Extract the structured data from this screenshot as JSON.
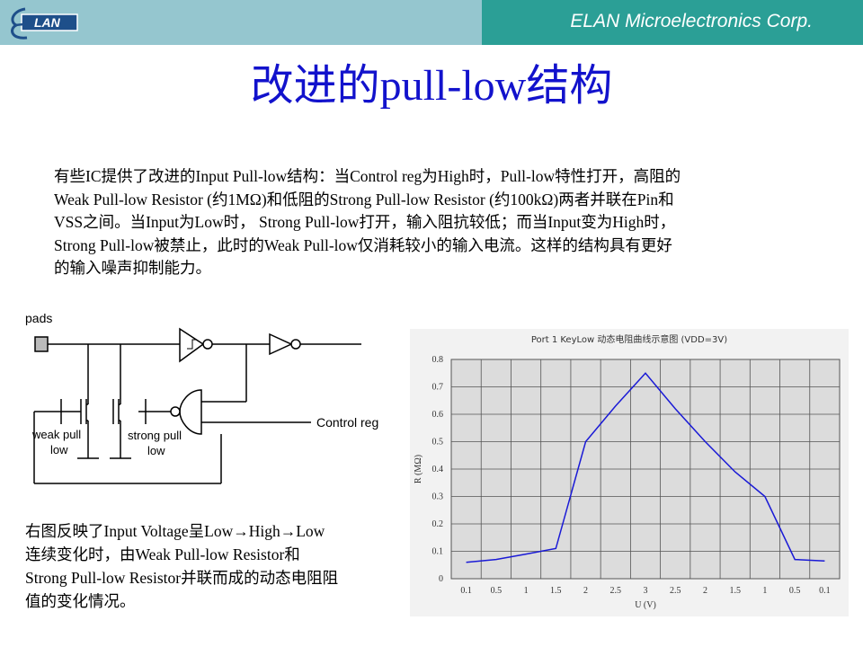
{
  "header": {
    "company": "ELAN Microelectronics Corp.",
    "logo_text": "LAN"
  },
  "slide": {
    "title": "改进的pull-low结构",
    "paragraph_lines": [
      "有些IC提供了改进的Input  Pull-low结构：当Control reg为High时，Pull-low特性打开，高阻的",
      "Weak  Pull-low Resistor (约1MΩ)和低阻的Strong  Pull-low Resistor (约100kΩ)两者并联在Pin和",
      "VSS之间。当Input为Low时， Strong  Pull-low打开，输入阻抗较低；而当Input变为High时，",
      "Strong Pull-low被禁止，此时的Weak  Pull-low仅消耗较小的输入电流。这样的结构具有更好",
      "的输入噪声抑制能力。"
    ],
    "caption_lines": [
      "右图反映了Input  Voltage呈Low→High→Low",
      "连续变化时，由Weak  Pull-low Resistor和",
      "Strong Pull-low Resistor并联而成的动态电阻阻",
      "值的变化情况。"
    ]
  },
  "circuit": {
    "pads_label": "pads",
    "weak_label_1": "weak pull",
    "weak_label_2": "low",
    "strong_label_1": "strong pull",
    "strong_label_2": "low",
    "control_label": "Control reg"
  },
  "chart_data": {
    "type": "line",
    "title": "Port 1 KeyLow 动态电阻曲线示意图 (VDD=3V)",
    "xlabel": "U (V)",
    "ylabel": "R (MΩ)",
    "categories": [
      "0.1",
      "0.5",
      "1",
      "1.5",
      "2",
      "2.5",
      "3",
      "2.5",
      "2",
      "1.5",
      "1",
      "0.5",
      "0.1"
    ],
    "values": [
      0.06,
      0.07,
      0.09,
      0.11,
      0.5,
      0.63,
      0.75,
      0.62,
      0.5,
      0.39,
      0.3,
      0.07,
      0.065
    ],
    "yticks": [
      "0",
      "0.1",
      "0.2",
      "0.3",
      "0.4",
      "0.5",
      "0.6",
      "0.7",
      "0.8"
    ],
    "ylim": [
      0,
      0.8
    ],
    "grid": true,
    "line_color": "#1a1ad6"
  }
}
